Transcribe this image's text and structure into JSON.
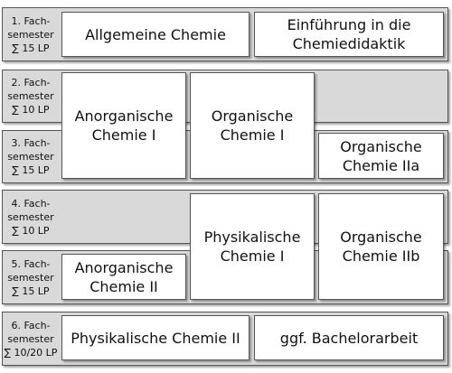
{
  "semesters": [
    {
      "line1": "1. Fach-",
      "line2": "semester",
      "line3": "∑ 15 LP"
    },
    {
      "line1": "2. Fach-",
      "line2": "semester",
      "line3": "∑ 10 LP"
    },
    {
      "line1": "3. Fach-",
      "line2": "semester",
      "line3": "∑ 15 LP"
    },
    {
      "line1": "4. Fach-",
      "line2": "semester",
      "line3": "∑ 10 LP"
    },
    {
      "line1": "5. Fach-",
      "line2": "semester",
      "line3": "∑ 15 LP"
    },
    {
      "line1": "6. Fach-",
      "line2": "semester",
      "line3": "∑ 10/20 LP"
    }
  ],
  "courses": {
    "allgemeine_chemie": {
      "line1": "Allgemeine Chemie"
    },
    "einfuehrung": {
      "line1": "Einführung in die",
      "line2": "Chemiedidaktik"
    },
    "anorganische_1": {
      "line1": "Anorganische",
      "line2": "Chemie I"
    },
    "organische_1": {
      "line1": "Organische",
      "line2": "Chemie I"
    },
    "organische_2a": {
      "line1": "Organische",
      "line2": "Chemie IIa"
    },
    "physikalische_1": {
      "line1": "Physikalische",
      "line2": "Chemie I"
    },
    "organische_2b": {
      "line1": "Organische",
      "line2": "Chemie IIb"
    },
    "anorganische_2": {
      "line1": "Anorganische",
      "line2": "Chemie II"
    },
    "physikalische_2": {
      "line1": "Physikalische Chemie II"
    },
    "bachelorarbeit": {
      "line1": "ggf. Bachelorarbeit"
    }
  }
}
